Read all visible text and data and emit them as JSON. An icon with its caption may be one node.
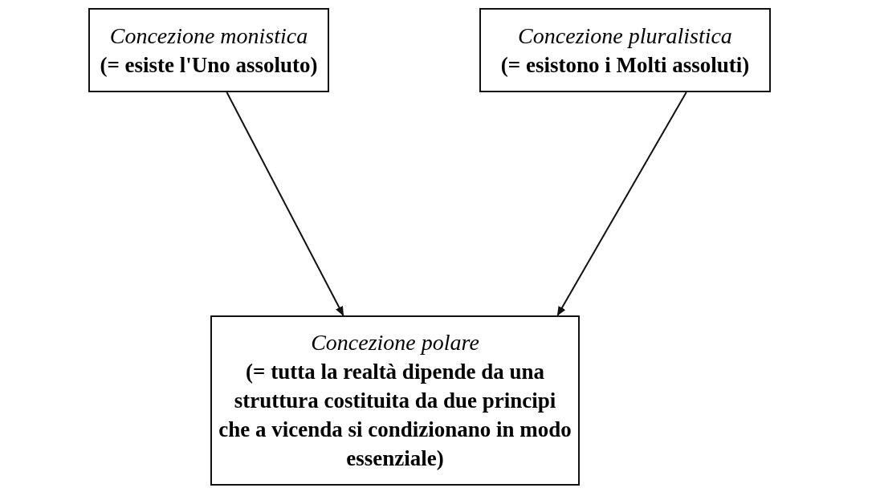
{
  "diagram": {
    "nodes": [
      {
        "text": [
          "Concezione monistica",
          "(= esiste l'Uno assoluto)"
        ]
      },
      {
        "text": [
          "Concezione pluralistica",
          "(= esistono i Molti assoluti)"
        ]
      },
      {
        "text": [
          "Concezione polare",
          "(= tutta la realtà dipende da una struttura costituita da due principi che a vicenda si condizionano in modo essenziale)"
        ]
      }
    ],
    "edges": [
      {
        "from": 0,
        "to": 2,
        "arrow": "to"
      },
      {
        "from": 1,
        "to": 2,
        "arrow": "to"
      }
    ]
  }
}
